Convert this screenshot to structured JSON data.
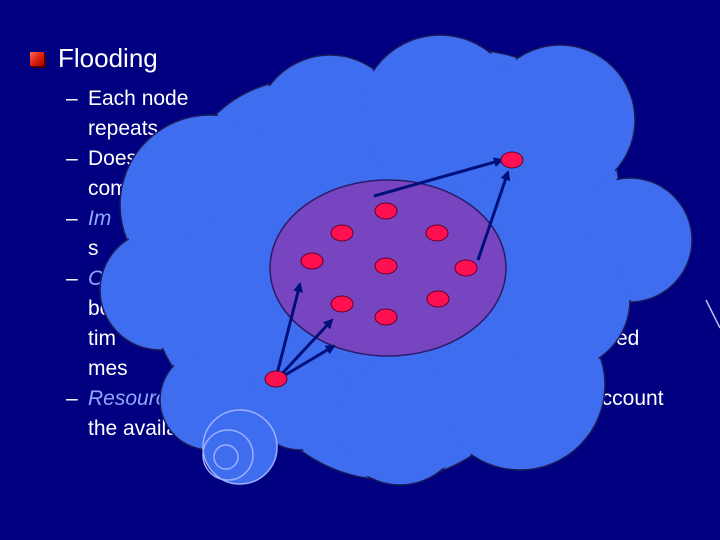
{
  "slide": {
    "title": "Flooding",
    "bullets": [
      {
        "lead": "",
        "parts": [
          "Each node",
          "t",
          "repeats"
        ]
      },
      {
        "lead": "",
        "parts": [
          "Does n",
          "compl"
        ]
      },
      {
        "lead": "Im",
        "parts": [
          "s"
        ]
      },
      {
        "lead": "Ov",
        "parts": [
          "both",
          "tim",
          "ed",
          "mes"
        ]
      },
      {
        "lead": "Resource",
        "parts": [
          "account",
          "the availab"
        ]
      }
    ]
  },
  "diagram": {
    "colors": {
      "background": "#000080",
      "cloud": "#3f6df0",
      "region": "#7845c0",
      "node": "#ff1050",
      "arrow": "#00107a"
    }
  }
}
